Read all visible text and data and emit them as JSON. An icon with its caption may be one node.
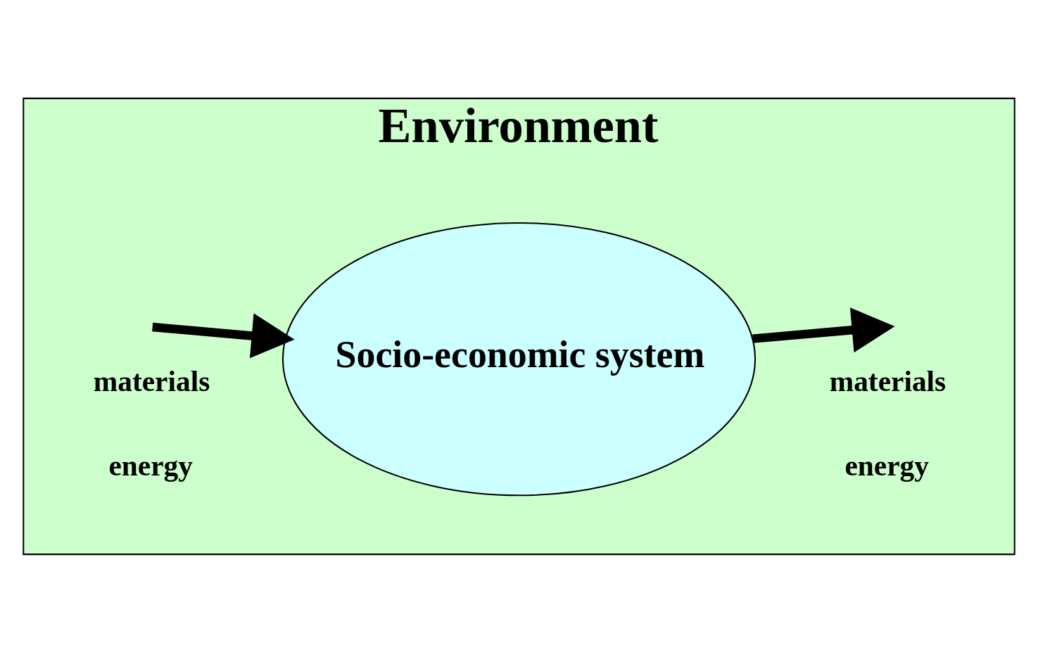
{
  "diagram": {
    "nodes": [
      {
        "text": [
          "Environment"
        ]
      },
      {
        "text": [
          "Socio-economic system"
        ],
        "in": 0
      }
    ],
    "edges": [
      {
        "from": null,
        "to": 1,
        "arrow": "to"
      },
      {
        "from": 1,
        "to": null,
        "arrow": "to"
      }
    ],
    "labels": [
      "materials",
      "energy",
      "materials",
      "energy"
    ]
  }
}
